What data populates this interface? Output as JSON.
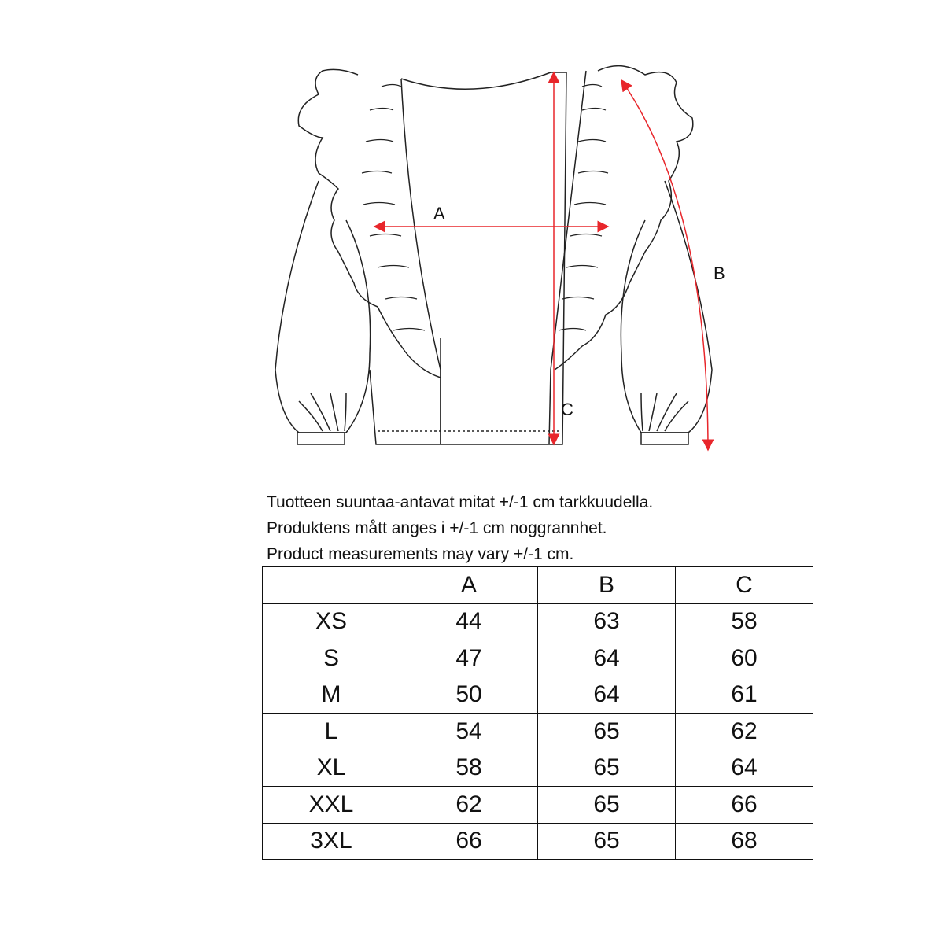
{
  "diagram": {
    "labels": {
      "a": "A",
      "b": "B",
      "c": "C"
    },
    "arrow_color": "#e8262b"
  },
  "notes": [
    "Tuotteen suuntaa-antavat mitat +/-1 cm tarkkuudella.",
    "Produktens mått anges i +/-1 cm noggrannhet.",
    "Product measurements may vary +/-1 cm."
  ],
  "table": {
    "headers": [
      "",
      "A",
      "B",
      "C"
    ],
    "rows": [
      [
        "XS",
        "44",
        "63",
        "58"
      ],
      [
        "S",
        "47",
        "64",
        "60"
      ],
      [
        "M",
        "50",
        "64",
        "61"
      ],
      [
        "L",
        "54",
        "65",
        "62"
      ],
      [
        "XL",
        "58",
        "65",
        "64"
      ],
      [
        "XXL",
        "62",
        "65",
        "66"
      ],
      [
        "3XL",
        "66",
        "65",
        "68"
      ]
    ]
  }
}
